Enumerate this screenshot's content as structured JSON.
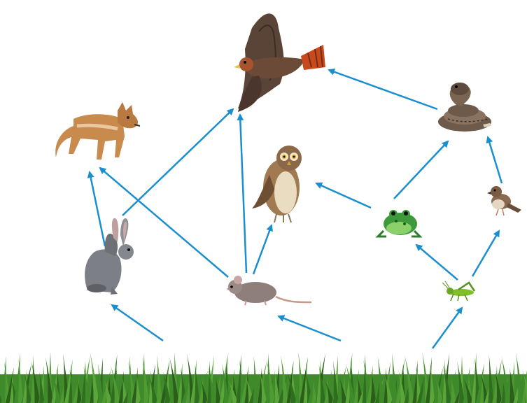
{
  "diagram": {
    "type": "food-web",
    "arrow_color": "#1a8fd0",
    "organisms": [
      {
        "id": "hawk",
        "icon": "hawk-icon"
      },
      {
        "id": "coyote",
        "icon": "coyote-icon"
      },
      {
        "id": "owl",
        "icon": "owl-icon"
      },
      {
        "id": "snake",
        "icon": "rattlesnake-icon"
      },
      {
        "id": "sparrow",
        "icon": "sparrow-icon"
      },
      {
        "id": "frog",
        "icon": "frog-icon"
      },
      {
        "id": "rabbit",
        "icon": "jackrabbit-icon"
      },
      {
        "id": "mouse",
        "icon": "mouse-icon"
      },
      {
        "id": "grasshopper",
        "icon": "grasshopper-icon"
      },
      {
        "id": "grass",
        "icon": "grass-icon"
      }
    ],
    "links": [
      {
        "from": "grass",
        "to": "rabbit"
      },
      {
        "from": "grass",
        "to": "mouse"
      },
      {
        "from": "grass",
        "to": "grasshopper"
      },
      {
        "from": "rabbit",
        "to": "coyote"
      },
      {
        "from": "rabbit",
        "to": "hawk"
      },
      {
        "from": "mouse",
        "to": "coyote"
      },
      {
        "from": "mouse",
        "to": "hawk"
      },
      {
        "from": "mouse",
        "to": "owl"
      },
      {
        "from": "grasshopper",
        "to": "frog"
      },
      {
        "from": "grasshopper",
        "to": "sparrow"
      },
      {
        "from": "frog",
        "to": "owl"
      },
      {
        "from": "frog",
        "to": "snake"
      },
      {
        "from": "sparrow",
        "to": "snake"
      },
      {
        "from": "snake",
        "to": "hawk"
      }
    ]
  }
}
